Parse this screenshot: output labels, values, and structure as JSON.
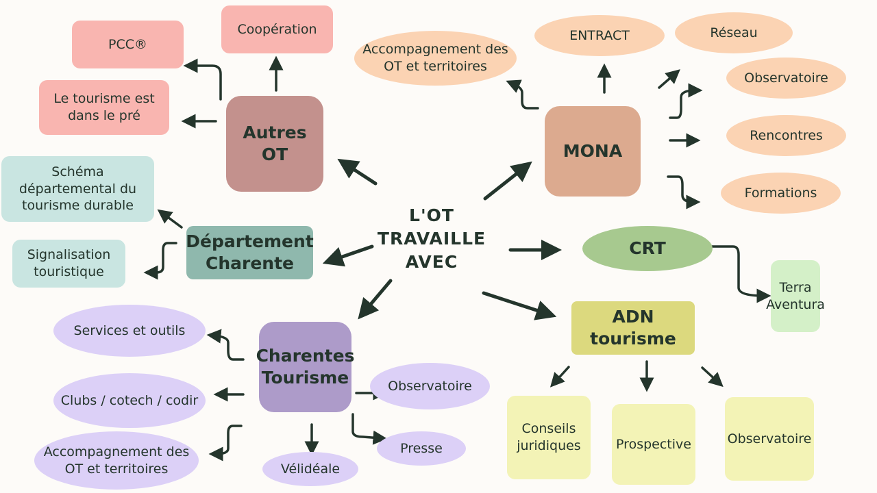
{
  "center": {
    "line1": "L'OT",
    "line2": "TRAVAILLE",
    "line3": "AVEC"
  },
  "autres_ot": {
    "title": "Autres OT",
    "children": [
      "PCC®",
      "Coopération",
      "Le tourisme est dans le pré"
    ]
  },
  "departement": {
    "title": "Département Charente",
    "children": [
      "Schéma départemental du tourisme durable",
      "Signalisation touristique"
    ]
  },
  "mona": {
    "title": "MONA",
    "children": [
      "Accompagnement des OT et territoires",
      "ENTRACT",
      "Réseau",
      "Observatoire",
      "Rencontres",
      "Formations"
    ]
  },
  "crt": {
    "title": "CRT",
    "children": [
      "Terra Aventura"
    ]
  },
  "adn": {
    "title": "ADN tourisme",
    "children": [
      "Conseils juridiques",
      "Prospective",
      "Observatoire"
    ]
  },
  "charentes": {
    "title": "Charentes Tourisme",
    "children": [
      "Services et outils",
      "Clubs / cotech / codir",
      "Accompagnement des OT et territoires",
      "Observatoire",
      "Presse",
      "Vélidéale"
    ]
  }
}
